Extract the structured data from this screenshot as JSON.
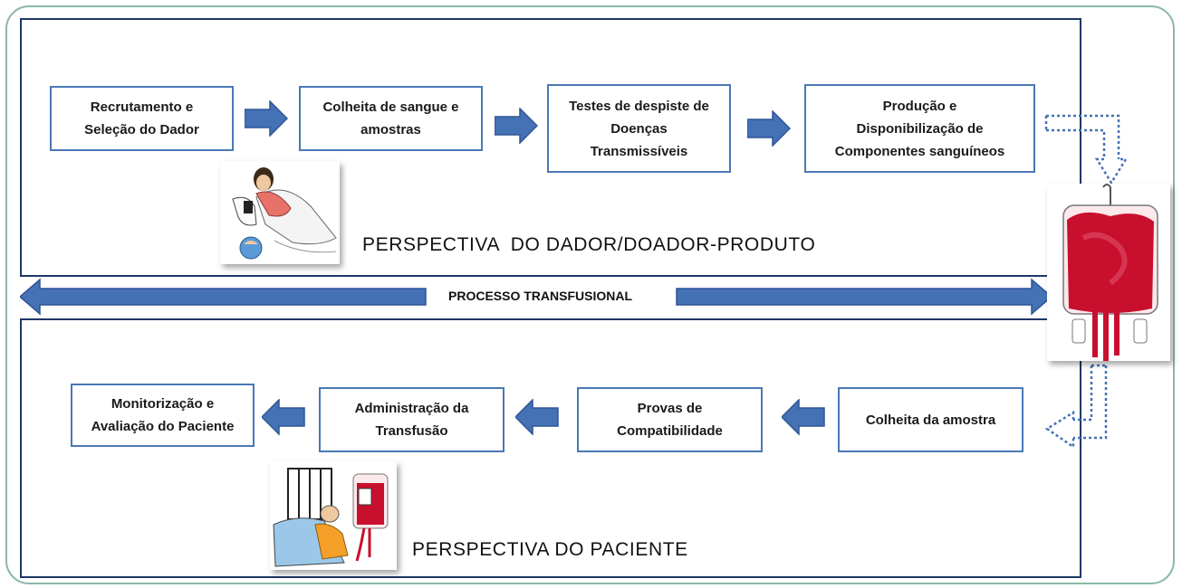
{
  "diagram": {
    "top_steps": [
      {
        "lines": [
          "Recrutamento e",
          "Seleção do Dador"
        ]
      },
      {
        "lines": [
          "Colheita de sangue e",
          "amostras"
        ]
      },
      {
        "lines": [
          "Testes de despiste de",
          "Doenças",
          "Transmissíveis"
        ]
      },
      {
        "lines": [
          "Produção e",
          "Disponibilização de",
          "Componentes sanguíneos"
        ]
      }
    ],
    "bottom_steps": [
      {
        "lines": [
          "Monitorização e",
          "Avaliação do Paciente"
        ]
      },
      {
        "lines": [
          "Administração da",
          "Transfusão"
        ]
      },
      {
        "lines": [
          "Provas de",
          "Compatibilidade"
        ]
      },
      {
        "lines": [
          "Colheita da amostra"
        ]
      }
    ],
    "top_perspective": "PERSPECTIVA  DO DADOR/DOADOR-PRODUTO",
    "bottom_perspective": "PERSPECTIVA DO PACIENTE",
    "process_label": "PROCESSO TRANSFUSIONAL"
  },
  "colors": {
    "panel_border": "#1f3767",
    "box_border": "#4a78b6",
    "arrow_fill": "#4472b4",
    "frame_border": "#8ab8a6",
    "blood": "#c8102e"
  },
  "icons": [
    "donor-illustration-icon",
    "blood-bag-icon",
    "patient-illustration-icon"
  ]
}
